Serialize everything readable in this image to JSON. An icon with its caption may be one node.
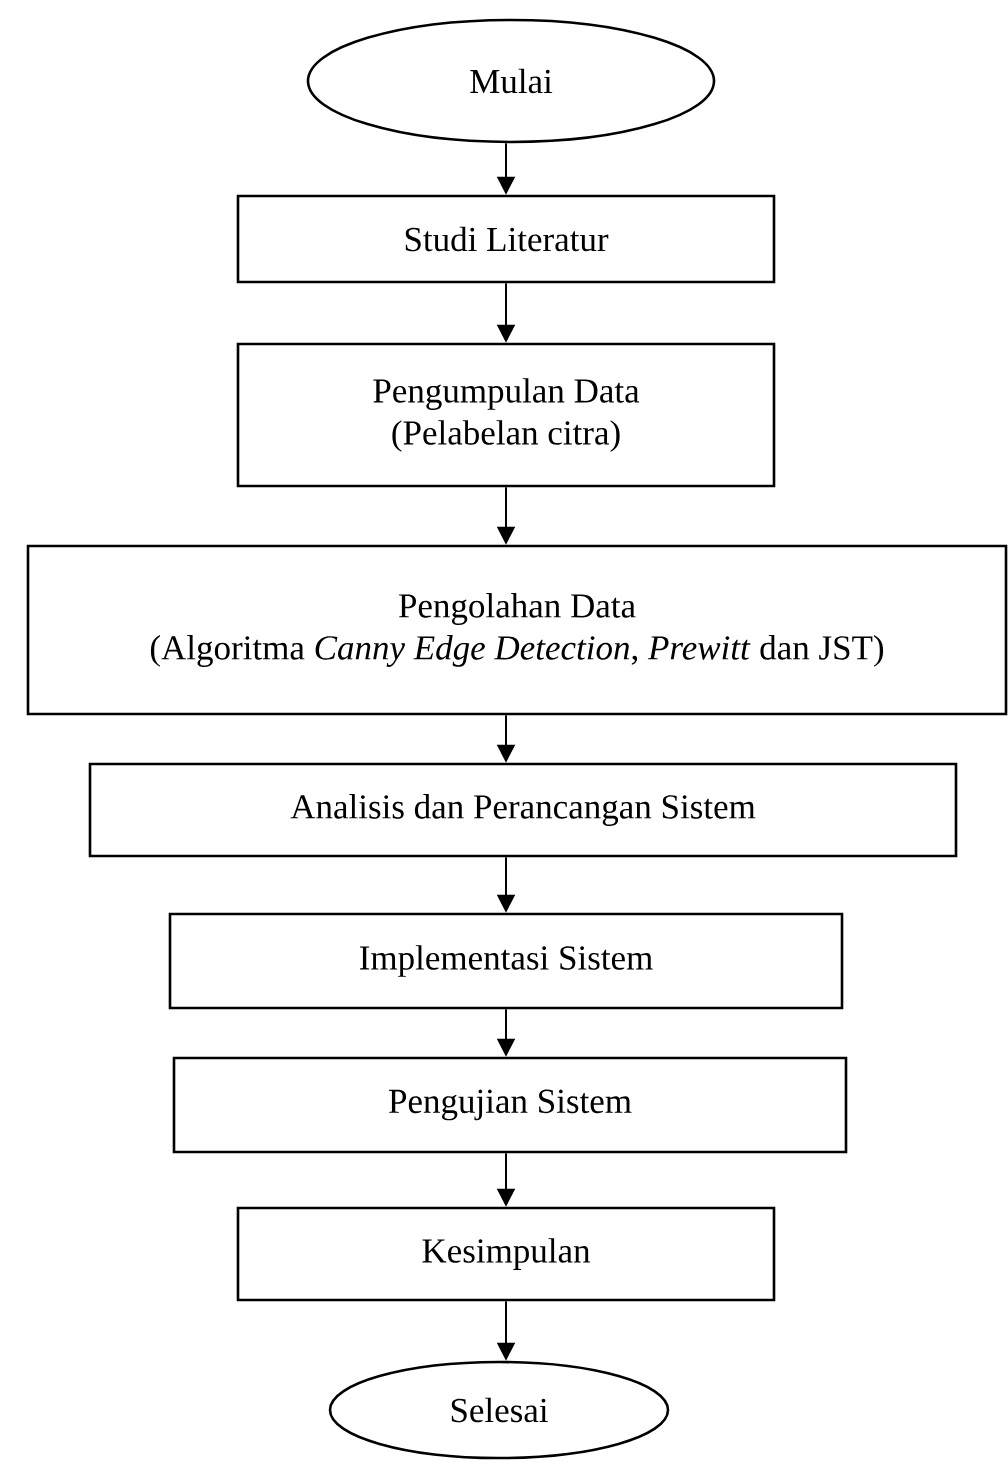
{
  "diagram": {
    "nodes": [
      {
        "text": [
          "Mulai"
        ]
      },
      {
        "text": [
          "Studi Literatur"
        ]
      },
      {
        "text": [
          "Pengumpulan Data",
          "(Pelabelan citra)"
        ]
      },
      {
        "text": [
          "Pengolahan Data",
          "(Algoritma *Canny Edge Detection*, *Prewitt* dan JST)"
        ]
      },
      {
        "text": [
          "Analisis dan Perancangan Sistem"
        ]
      },
      {
        "text": [
          "Implementasi Sistem"
        ]
      },
      {
        "text": [
          "Pengujian Sistem"
        ]
      },
      {
        "text": [
          "Kesimpulan"
        ]
      },
      {
        "text": [
          "Selesai"
        ]
      }
    ],
    "edges": [
      {
        "from": 0,
        "to": 1,
        "arrow": "to"
      },
      {
        "from": 1,
        "to": 2,
        "arrow": "to"
      },
      {
        "from": 2,
        "to": 3,
        "arrow": "to"
      },
      {
        "from": 3,
        "to": 4,
        "arrow": "to"
      },
      {
        "from": 4,
        "to": 5,
        "arrow": "to"
      },
      {
        "from": 5,
        "to": 6,
        "arrow": "to"
      },
      {
        "from": 6,
        "to": 7,
        "arrow": "to"
      },
      {
        "from": 7,
        "to": 8,
        "arrow": "to"
      }
    ]
  }
}
